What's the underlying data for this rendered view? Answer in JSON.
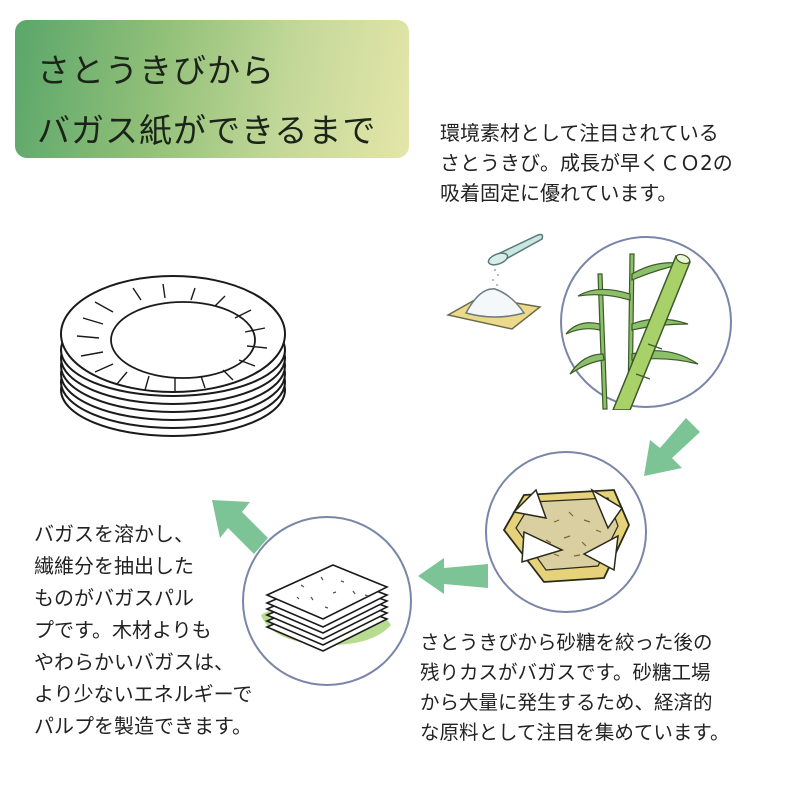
{
  "title": {
    "line1": "さとうきびから",
    "line2": "バガス紙ができるまで"
  },
  "captions": {
    "intro": [
      "環境素材として注目されている",
      "さとうきび。成長が早くＣＯ2の",
      "吸着固定に優れています。"
    ],
    "bagasse": [
      "さとうきびから砂糖を絞った後の",
      "残りカスがバガスです。砂糖工場",
      "から大量に発生するため、経済的",
      "な原料として注目を集めています。"
    ],
    "pulp": [
      "バガスを溶かし、",
      "繊維分を抽出した",
      "ものがバガスパル",
      "プです。木材よりも",
      "やわらかいバガスは、",
      "より少ないエネルギーで",
      "パルプを製造できます。"
    ]
  },
  "steps": [
    {
      "id": "sugarcane",
      "icon": "sugarcane-icon"
    },
    {
      "id": "bagasse",
      "icon": "bagasse-basket-icon"
    },
    {
      "id": "pulp",
      "icon": "pulp-sheets-icon"
    },
    {
      "id": "plates",
      "icon": "paper-plates-icon"
    }
  ],
  "colors": {
    "arrow": "#7cc495",
    "circle_stroke": "#7a86a8",
    "cane_green": "#a9d16a",
    "leaf_green": "#8cc06a",
    "basket_yellow": "#e6d27a",
    "sugar_mat": "#ecd98a",
    "pulp_mat": "#b7dc8f"
  }
}
